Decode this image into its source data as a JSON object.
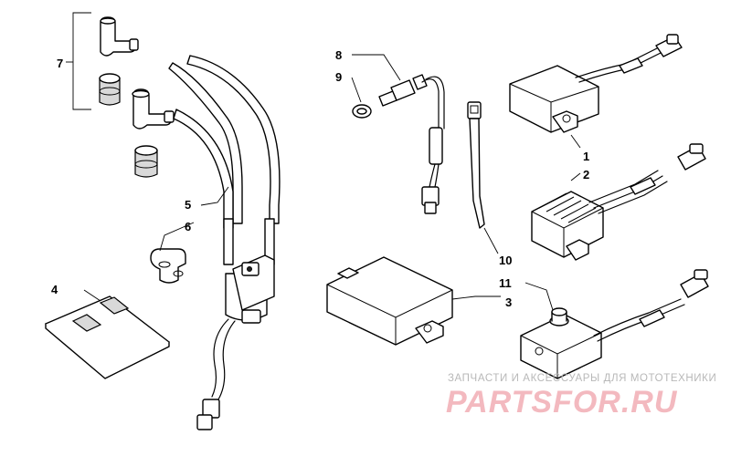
{
  "diagram": {
    "callouts": [
      "1",
      "2",
      "3",
      "4",
      "5",
      "6",
      "7",
      "8",
      "9",
      "10",
      "11"
    ]
  },
  "watermark": {
    "line1": "ЗАПЧАСТИ И АКСЕССУАРЫ ДЛЯ МОТОТЕХНИКИ",
    "logo": "PARTSFOR.RU",
    "logo_color": "#f3b9bf",
    "text_color": "#b8b8b8"
  }
}
